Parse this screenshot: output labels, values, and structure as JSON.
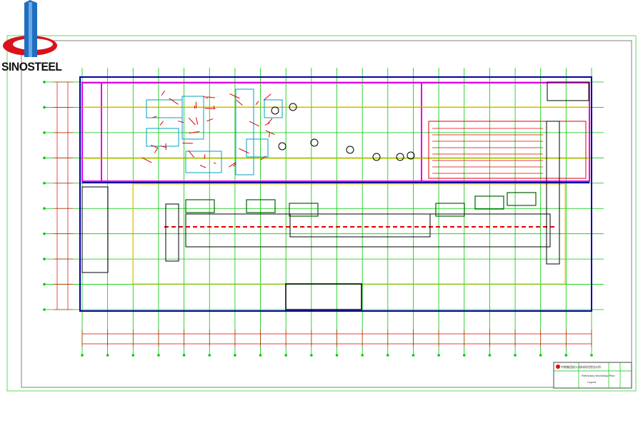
{
  "logo": {
    "text": "SINOSTEEL",
    "colors": {
      "blue": "#1f6fc0",
      "red": "#d9121b"
    }
  },
  "drawing": {
    "type": "plant layout floor plan",
    "colors": {
      "grid": "#00c800",
      "wall": "#0000a0",
      "bay": "#e000e0",
      "equipment": "#e00000",
      "aux": "#e8c000",
      "frame": "#5adc5a",
      "inner_frame": "#808080"
    },
    "grid_columns": 21,
    "grid_rows": 10
  },
  "title_block": {
    "company": "中钢集团耐火材料研究院设计所",
    "label_1": "Refractory Workshop Plan",
    "label_2": "Layout"
  }
}
